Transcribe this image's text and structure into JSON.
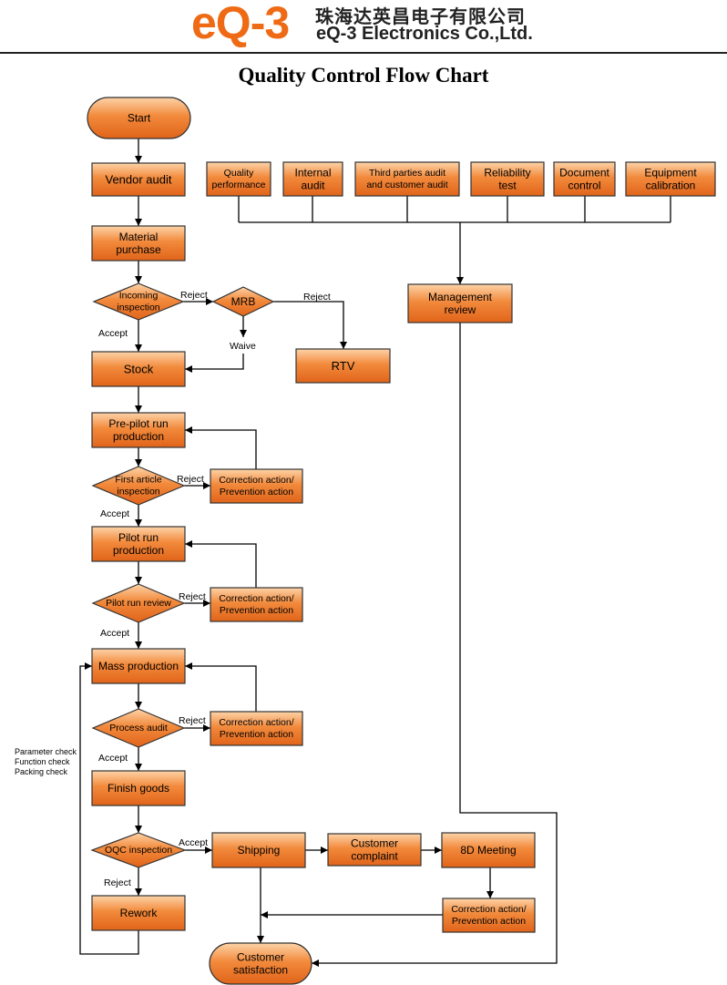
{
  "header": {
    "logo_text": "eQ-3",
    "company_cn": "珠海达英昌电子有限公司",
    "company_en": "eQ-3 Electronics Co.,Ltd.",
    "brand_color": "#ee6a14"
  },
  "title": "Quality Control Flow Chart",
  "colors": {
    "node_fill_top": "#fdd3a8",
    "node_fill": "#f28a3c",
    "node_fill_bottom": "#e0641a",
    "node_stroke": "#333333",
    "line": "#000000"
  },
  "nodes": {
    "start": [
      "Start"
    ],
    "vendor_audit": [
      "Vendor audit"
    ],
    "material_purchase": [
      "Material",
      "purchase"
    ],
    "incoming_inspection": [
      "Incoming",
      "inspection"
    ],
    "mrb": [
      "MRB"
    ],
    "rtv": [
      "RTV"
    ],
    "stock": [
      "Stock"
    ],
    "pre_pilot_run": [
      "Pre-pilot run",
      "production"
    ],
    "first_article": [
      "First article",
      "inspection"
    ],
    "correction_1": [
      "Correction action/",
      "Prevention action"
    ],
    "pilot_run": [
      "Pilot run",
      "production"
    ],
    "pilot_run_review": [
      "Pilot run review"
    ],
    "correction_2": [
      "Correction action/",
      "Prevention action"
    ],
    "mass_production": [
      "Mass production"
    ],
    "process_audit": [
      "Process audit"
    ],
    "correction_3": [
      "Correction action/",
      "Prevention action"
    ],
    "finish_goods": [
      "Finish goods"
    ],
    "oqc_inspection": [
      "OQC inspection"
    ],
    "rework": [
      "Rework"
    ],
    "shipping": [
      "Shipping"
    ],
    "customer_complaint": [
      "Customer",
      "complaint"
    ],
    "meeting_8d": [
      "8D Meeting"
    ],
    "correction_4": [
      "Correction action/",
      "Prevention action"
    ],
    "customer_satisfaction": [
      "Customer",
      "satisfaction"
    ],
    "quality_performance": [
      "Quality",
      "performance"
    ],
    "internal_audit": [
      "Internal",
      "audit"
    ],
    "third_parties_audit": [
      "Third parties audit",
      "and customer audit"
    ],
    "reliability_test": [
      "Reliability",
      "test"
    ],
    "document_control": [
      "Document",
      "control"
    ],
    "equipment_calibration": [
      "Equipment",
      "calibration"
    ],
    "management_review": [
      "Management",
      "review"
    ]
  },
  "labels": {
    "reject_incoming": "Reject",
    "reject_mrb": "Reject",
    "accept_incoming": "Accept",
    "waive": "Waive",
    "reject_first_article": "Reject",
    "accept_first_article": "Accept",
    "reject_pilot": "Reject",
    "accept_pilot": "Accept",
    "reject_process": "Reject",
    "accept_process": "Accept",
    "accept_oqc": "Accept",
    "reject_oqc": "Reject",
    "rework_checks": [
      "Parameter check",
      "Function check",
      "Packing check"
    ]
  }
}
